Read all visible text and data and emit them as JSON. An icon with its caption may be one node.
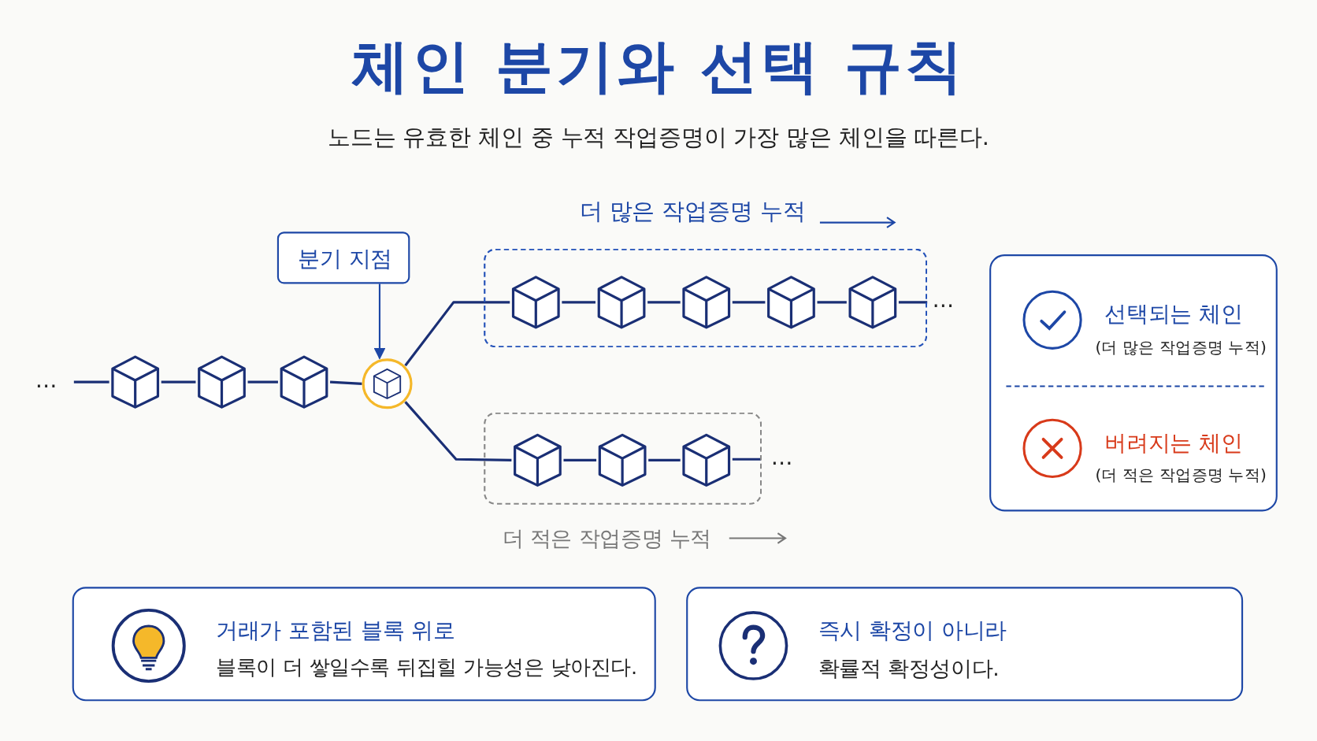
{
  "diagram": {
    "title": "체인 분기와 선택 규칙",
    "nodes": [
      {
        "text": [
          "분기 지점"
        ]
      },
      {
        "text": [],
        "shape": "cube"
      },
      {
        "text": [],
        "shape": "cube"
      },
      {
        "text": [],
        "shape": "cube"
      },
      {
        "text": [],
        "shape": "cube"
      },
      {
        "text": [
          "더 많은 작업증명 누적"
        ]
      },
      {
        "text": [],
        "shape": "cube",
        "in": 5
      },
      {
        "text": [],
        "shape": "cube",
        "in": 5
      },
      {
        "text": [],
        "shape": "cube",
        "in": 5
      },
      {
        "text": [],
        "shape": "cube",
        "in": 5
      },
      {
        "text": [],
        "shape": "cube",
        "in": 5
      },
      {
        "text": [
          "더 적은 작업증명 누적"
        ]
      },
      {
        "text": [],
        "shape": "cube",
        "in": 11
      },
      {
        "text": [],
        "shape": "cube",
        "in": 11
      },
      {
        "text": [],
        "shape": "cube",
        "in": 11
      },
      {
        "text": [
          "선택되는 체인",
          "(더 많은 작업증명 누적)",
          "버려지는 체인",
          "(더 적은 작업증명 누적)"
        ]
      },
      {
        "text": [
          "거래가 포함된 블록 위로",
          "블록이 더 쌓일수록 뒤집힐 가능성은 낮아진다."
        ]
      },
      {
        "text": [
          "즉시 확정이 아니라",
          "확률적 확정성이다."
        ]
      }
    ],
    "edges": [
      {
        "from": 0,
        "to": 4,
        "arrow": "to"
      },
      {
        "from": 1,
        "to": 2,
        "arrow": "none"
      },
      {
        "from": 2,
        "to": 3,
        "arrow": "none"
      },
      {
        "from": 3,
        "to": 4,
        "arrow": "none"
      },
      {
        "from": 4,
        "to": 6,
        "arrow": "none"
      },
      {
        "from": 6,
        "to": 7,
        "arrow": "none"
      },
      {
        "from": 7,
        "to": 8,
        "arrow": "none"
      },
      {
        "from": 8,
        "to": 9,
        "arrow": "none"
      },
      {
        "from": 9,
        "to": 10,
        "arrow": "none"
      },
      {
        "from": 4,
        "to": 12,
        "arrow": "none"
      },
      {
        "from": 12,
        "to": 13,
        "arrow": "none"
      },
      {
        "from": 13,
        "to": 14,
        "arrow": "none"
      }
    ],
    "labels": [
      "노드는 유효한 체인 중 누적 작업증명이 가장 많은 체인을 따른다.",
      "…",
      "…",
      "…"
    ]
  }
}
